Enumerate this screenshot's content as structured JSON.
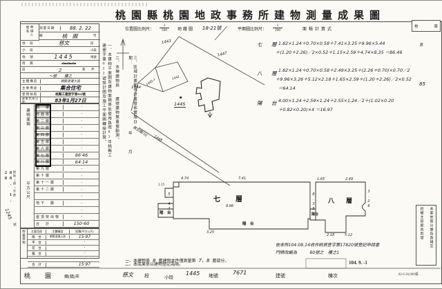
{
  "title": "桃園縣桃園地政事務所建物測量成果圖",
  "scalebar": {
    "loc_label": "位置圖比例尺：",
    "loc_num": "1",
    "loc_den": "500",
    "cad_label": "地籍圖",
    "cad_no": "18-21號",
    "plan_label": "平面圖比例尺：",
    "plan_num": "1",
    "plan_den": "200",
    "calc_label": "面積計算式",
    "seal_left": "核",
    "seal_right": "章"
  },
  "form": {
    "applicant": "申請人姓名",
    "survey_label": "測量日期",
    "survey_value": "88. 2. 22",
    "site_rows": [
      {
        "l": "鄉",
        "v": "桃　園",
        "s": "市"
      },
      {
        "l": "地　段",
        "v": "慈文",
        "s": "段"
      },
      {
        "l": "小　段",
        "v": "",
        "s": "小段"
      },
      {
        "l": "地　號",
        "v": "1445",
        "s": "地號"
      },
      {
        "l": "街　路",
        "v": "～～～",
        "s": ""
      },
      {
        "l": "段",
        "v": "２",
        "s": "巷　　弄"
      },
      {
        "l": "",
        "v": "～號　　樓之",
        "s": ""
      }
    ],
    "struct_label": "主體構造",
    "struct_value": "鋼筋混凝土造",
    "use_label": "主要用途",
    "use_value": "集合住宅",
    "license_label": "使用執照",
    "license_value": "桃縣工建使字第022號",
    "done_label": "建築完成日期",
    "done_value": "83年1月27日"
  },
  "floors": {
    "strip_top": "建物面積",
    "strip_bottom": "平方公尺",
    "rows": [
      {
        "label": "騎　樓",
        "value": "·"
      },
      {
        "label": "地面層",
        "value": "·"
      },
      {
        "label": "第二層",
        "value": "·"
      },
      {
        "label": "第三層",
        "value": "·"
      },
      {
        "label": "第四層",
        "value": "·"
      },
      {
        "label": "第五層",
        "value": "·"
      },
      {
        "label": "第六層",
        "value": "·"
      },
      {
        "label": "第七層",
        "value": "86·46"
      },
      {
        "label": "第八層",
        "value": "64·14"
      },
      {
        "label": "第九層",
        "value": "·"
      },
      {
        "label": "第十層",
        "value": "·"
      },
      {
        "label": "第十一層",
        "value": "·"
      },
      {
        "label": "第十二層",
        "value": "·"
      },
      {
        "label": "",
        "value": "·"
      },
      {
        "label": "地下　層",
        "value": "·"
      },
      {
        "label": "",
        "value": "·"
      },
      {
        "label": "屋頂突出物",
        "value": "·"
      },
      {
        "label": "合　計",
        "value": "150·60"
      }
    ]
  },
  "annex": {
    "strip": "附屬建物",
    "col_use": "主要用途",
    "col_struct": "主體構造",
    "col_area": "面積(平方公尺)",
    "rows": [
      {
        "use": "陽　台",
        "struct": "鋼筋混凝土造",
        "area": "15·97"
      },
      {
        "use": "平　台",
        "struct": "",
        "area": "·"
      },
      {
        "use": "花　台",
        "struct": "",
        "area": "·"
      },
      {
        "use": "露　台",
        "struct": "",
        "area": "·"
      },
      {
        "use": "",
        "struct": "",
        "area": "·"
      },
      {
        "use": "合　計",
        "struct": "",
        "area": "15·97"
      }
    ]
  },
  "notes": {
    "n1": "一、本建物平面圖及建物面積係依使用執照83年桃縣工建使字第022號設計圖及施工平面圖轉繪計算。",
    "n2": "二、本棟建物與　　建號建物無重複動測。",
    "n3": "三、區域計畫都市計畫發佈實施日期：",
    "n3_year": "年",
    "n3_month": "月"
  },
  "diagram": {
    "p1443": "1443",
    "p1447": "1447",
    "p1444": "1444",
    "p1445s": "1445-1",
    "p1442": "1442",
    "subject_mark": "■",
    "subject": "1445",
    "road_name": "慈文路(公)",
    "p1448": "1448"
  },
  "calc": {
    "b1_label": "七　層",
    "b1_l1": "1.82×1.24＋0.70×0.58＋7.41×3.25＋9.96×5.44",
    "b1_l2": "＋(1.20＋2.26)／2×0.52＋1.15×2.59＋4.74×8.35 ＝86.46",
    "b2_label": "八　層",
    "b2_l1": "1.82×1.24＋0.70×0.58＋2.49×3.25＋(2.26＋0.70)×0.70／2",
    "b2_l2": "＋9.96×3.26＋5.12×2.18＋1.65×2.59＋(1.20＋2.26)／2×0.52",
    "b2_l3": "＝64.14",
    "b3_label": "陽　台",
    "b3_l1": "4.00×1.24＋2.59×1.24＋2.55×1.24／2＋(1.02×0.20",
    "b3_l2": "＋0.82×0.20)×4 ＝16.97",
    "m1": "8",
    "m2": "85"
  },
  "plans": {
    "seven": {
      "label": "七　層",
      "balcony1": "陽　台",
      "balcony2": "陽　台",
      "d_top1": "4.74",
      "d_top2": "7.41",
      "d_right": "8.35",
      "d_mid": "9.96",
      "d_left": "5.44",
      "d_bottom": "3.25",
      "d_small": "1.15"
    },
    "eight": {
      "label": "八　層",
      "balcony": "陽台",
      "d_top1": "1.65",
      "d_top2": "2.49",
      "d_right": "3.26",
      "d_b1": "2.18",
      "d_b2": "5.12"
    }
  },
  "plan_notes": {
    "n1a": "一、本建物係",
    "n1b": "8",
    "n1c": "層建物本件僅測量第",
    "n1d": "7、8",
    "n1e": "層部分。",
    "n2": "二、本成果係以建物登記為限。"
  },
  "received": {
    "line1": "依本所104.08.14收件桃資登字第17820號登記申請書",
    "line2": "門牌改編為　　　60號之　樓之1",
    "date_stamp": "104. 9. -1"
  },
  "margin_left": {
    "date": "88. 1. 28",
    "prefix": "桃地(建)字第",
    "no": "1245",
    "suffix": "號"
  },
  "authority": {
    "col_right": "本案依照分層負責規定",
    "col_left": "授權主管股長判發",
    "print_no": "82.6.30,000張"
  },
  "bottom": {
    "city": "桃　園",
    "city_s": "鄉(鎮)市",
    "sec": "慈文",
    "sec_s": "段",
    "subsec": "小段",
    "parcel": "1445",
    "parcel_s": "地號",
    "bno": "7671",
    "bno_s": "建號",
    "unit": "棟次"
  }
}
